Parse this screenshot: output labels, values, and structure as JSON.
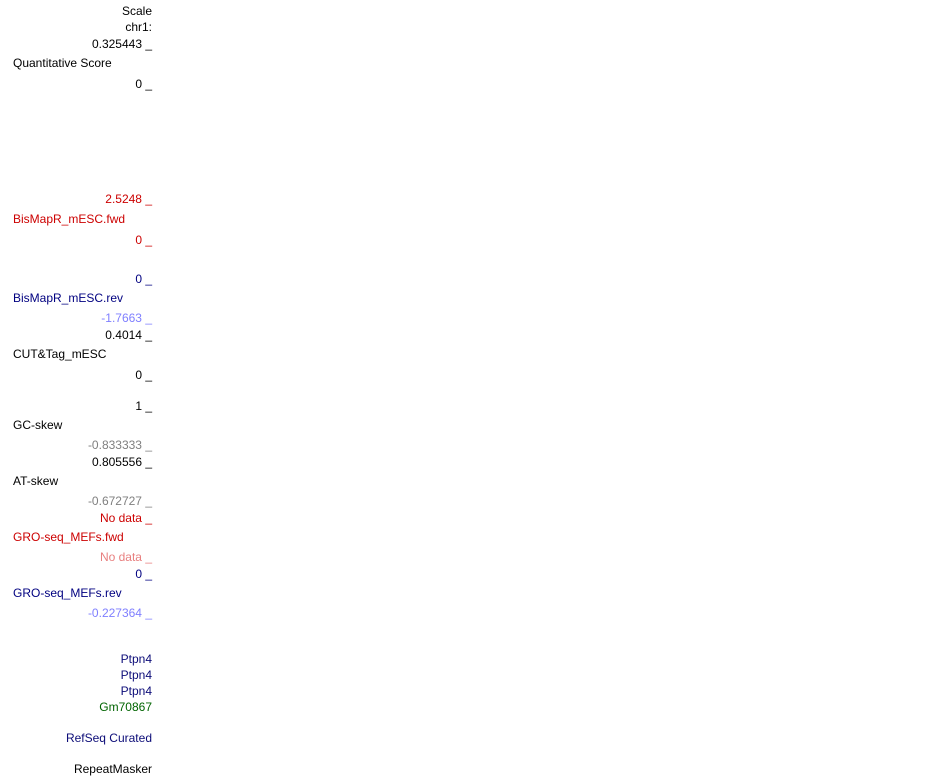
{
  "ruler": {
    "scale_label": "Scale",
    "chrom_label": "chr1:"
  },
  "tracks": {
    "quantitative_score": {
      "max": "0.325443 _",
      "name": "Quantitative Score",
      "min": "0 _"
    },
    "bismapr_fwd": {
      "max": "2.5248 _",
      "name": "BisMapR_mESC.fwd",
      "min": "0 _",
      "color": "#cc0000"
    },
    "bismapr_rev": {
      "max": "0 _",
      "name": "BisMapR_mESC.rev",
      "min": "-1.7663 _",
      "color": "#000080"
    },
    "cuttag": {
      "max": "0.4014 _",
      "name": "CUT&Tag_mESC",
      "min": "0 _"
    },
    "gc_skew": {
      "max": "1 _",
      "name": "GC-skew",
      "min": "-0.833333 _"
    },
    "at_skew": {
      "max": "0.805556 _",
      "name": "AT-skew",
      "min": "-0.672727 _"
    },
    "gro_fwd": {
      "max": "No data _",
      "name": "GRO-seq_MEFs.fwd",
      "min": "No data _",
      "color": "#cc0000"
    },
    "gro_rev": {
      "max": "0 _",
      "name": "GRO-seq_MEFs.rev",
      "min": "-0.227364 _",
      "color": "#000080"
    }
  },
  "genes": {
    "items": [
      "Ptpn4",
      "Ptpn4",
      "Ptpn4",
      "Gm70867"
    ],
    "refseq_label": "RefSeq Curated",
    "repeatmasker_label": "RepeatMasker"
  }
}
